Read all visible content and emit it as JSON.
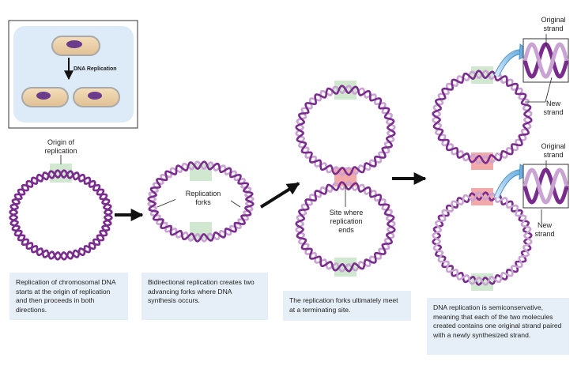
{
  "inset": {
    "label": "DNA Replication"
  },
  "panel1": {
    "origin_label": "Origin of\nreplication",
    "caption": "Replication of chromosomal DNA starts at the origin of replication and then proceeds in both directions."
  },
  "panel2": {
    "forks_label": "Replication\nforks",
    "caption": "Bidirectional replication creates two advancing forks where DNA synthesis occurs."
  },
  "panel3": {
    "site_label": "Site where\nreplication\nends",
    "caption": "The replication forks ultimately meet at a terminating site."
  },
  "panel4": {
    "original_strand_label": "Original\nstrand",
    "new_strand_label": "New\nstrand",
    "original_strand_label_2": "Original\nstrand",
    "new_strand_label_2": "New\nstrand",
    "caption": "DNA replication is semiconservative, meaning that each of the two molecules created contains one original strand paired with a newly synthesized strand."
  },
  "colors": {
    "original_strand": "#7a2c8e",
    "new_strand": "#c9a3d1",
    "origin_highlight": "#cfe8cf",
    "terminus_highlight": "#f2a9a9",
    "caption_bg": "#e6eff7",
    "inset_bg": "#dcebf7"
  }
}
